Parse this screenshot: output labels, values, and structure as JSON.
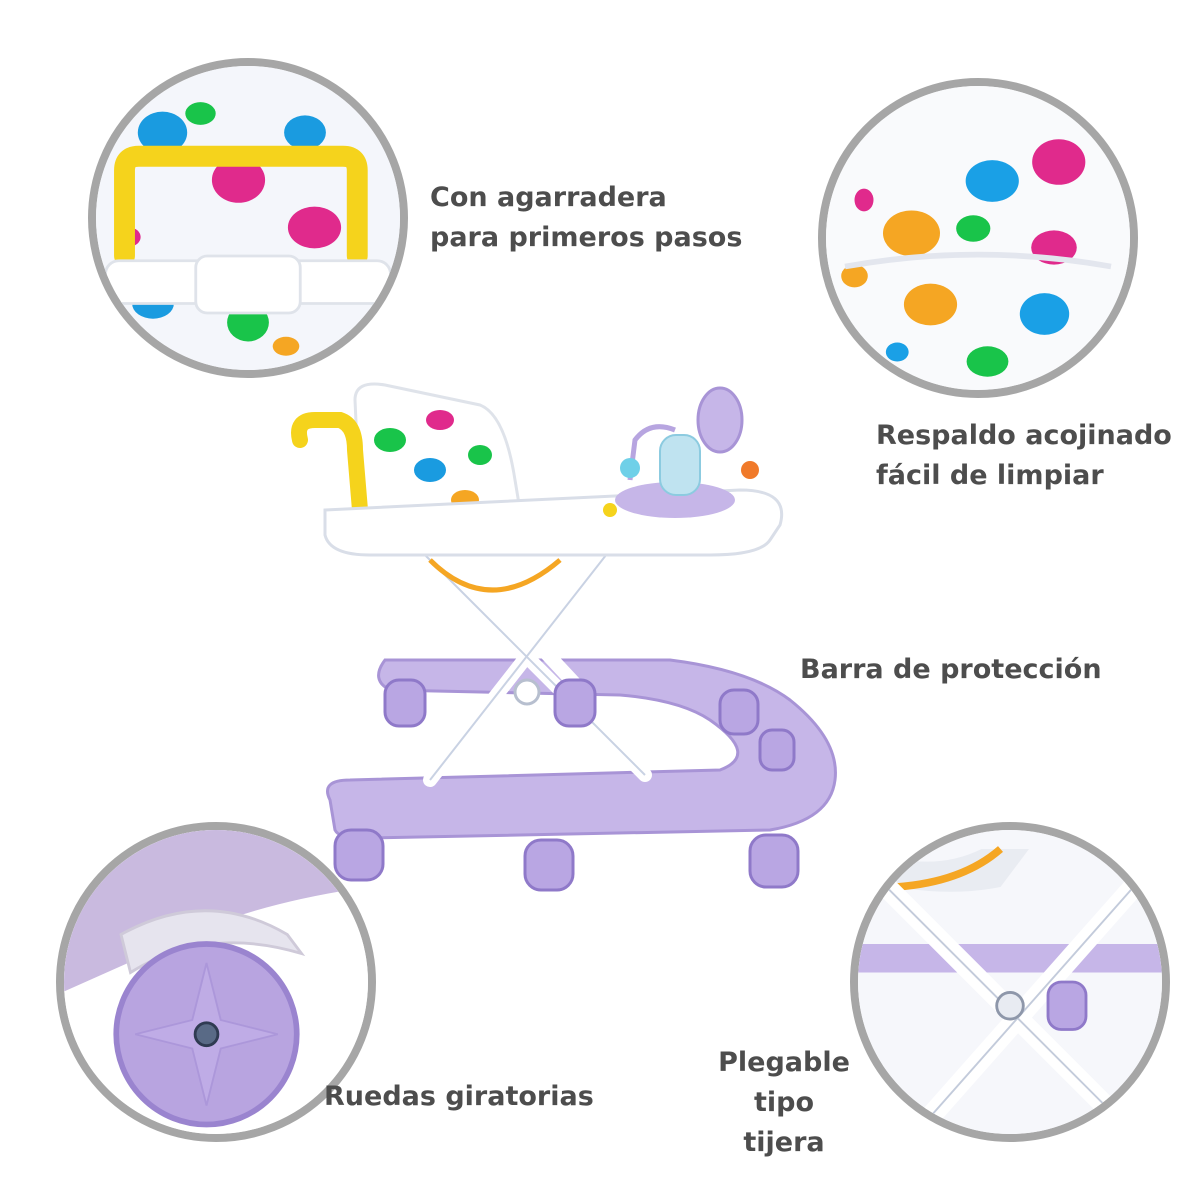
{
  "callouts": {
    "handle": "Con agarradera\npara primeros pasos",
    "backrest": "Respaldo acojinado\nfácil de limpiar",
    "bar": "Barra de protección",
    "wheels": "Ruedas giratorias",
    "folding": "Plegable\ntipo tijera"
  },
  "colors": {
    "ring": "#a6a6a6",
    "text": "#4d4d4d",
    "lilac": "#c6b6e8",
    "frame": "#ffffff",
    "handle": "#f5d31c"
  }
}
